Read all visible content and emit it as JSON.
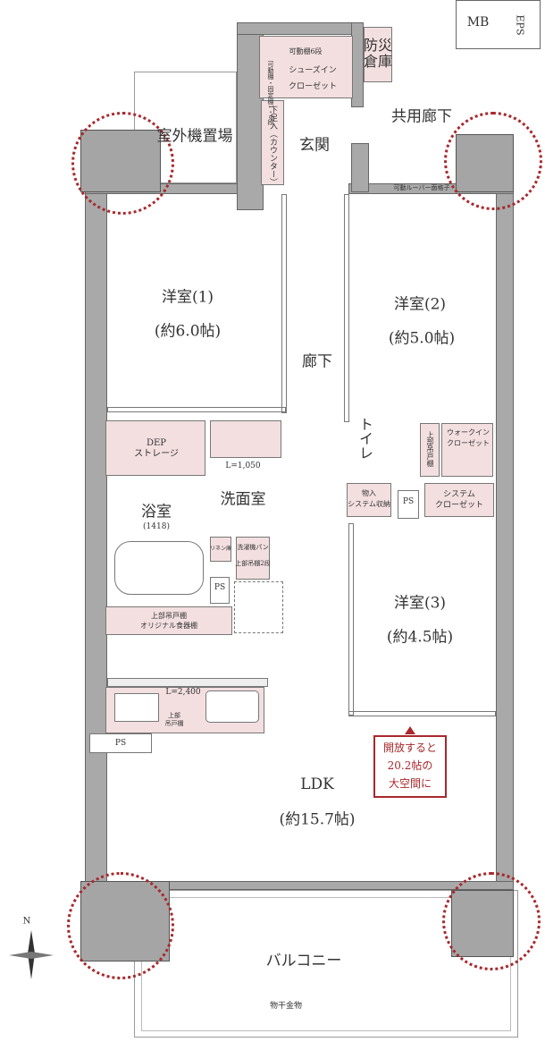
{
  "rooms": {
    "outdoor_unit": "室外機置場",
    "disaster_storage": "防災倉庫",
    "mb": "MB",
    "eps": "EPS",
    "common_corridor": "共用廊下",
    "entrance": "玄関",
    "shoes_closet": "シューズイン\nクローゼット",
    "shoes_shelf_top": "可動棚6段",
    "shoes_shelf_side": "可動棚・固定棚1・6段",
    "shoe_box": "下足入（カウンター）",
    "louver": "可動ルーバー面格子",
    "western1": {
      "name": "洋室(1)",
      "size": "(約6.0帖)"
    },
    "western2": {
      "name": "洋室(2)",
      "size": "(約5.0帖)"
    },
    "western3": {
      "name": "洋室(3)",
      "size": "(約4.5帖)"
    },
    "hallway": "廊下",
    "dep_storage": "DEP\nストレージ",
    "vanity_length": "L=1,050",
    "washroom": "洗面室",
    "bathroom": "浴室",
    "bath_size": "(1418)",
    "linen": "リネン庫",
    "washer_pan": "洗濯機パン",
    "upper_shelf2": "上部吊棚2段",
    "ps": "PS",
    "toilet": "トイレ",
    "toilet_upper": "上部吊戸棚",
    "walk_in_closet": "ウォークイン\nクローゼット",
    "storage": "物入\nシステム収納",
    "system_closet": "システム\nクローゼット",
    "dish_cabinet": "上部吊戸棚\nオリジナル食器棚",
    "kitchen_length": "L=2,400",
    "kitchen_upper": "上部\n吊戸棚",
    "ldk": "LDK",
    "ldk_size": "(約15.7帖)",
    "callout": "開放すると\n20.2帖の\n大空間に",
    "balcony": "バルコニー",
    "drying_hardware": "物干金物",
    "north": "N"
  },
  "colors": {
    "accent": "#a8282c",
    "storage": "#f3dfe0",
    "wall": "#a9a9a9"
  }
}
